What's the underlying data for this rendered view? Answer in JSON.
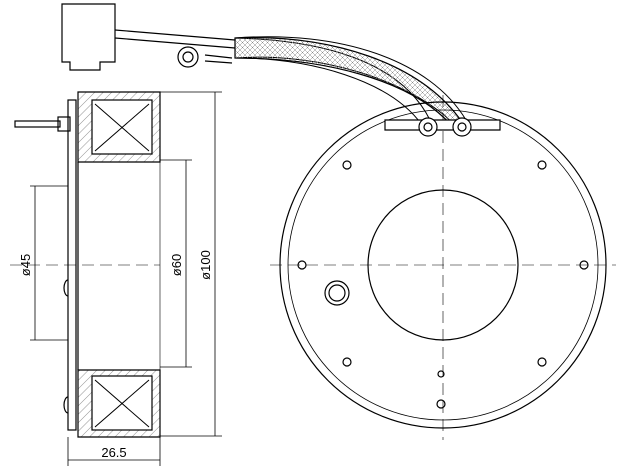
{
  "dimensions": {
    "inner_diameter_small": "ø45",
    "inner_diameter": "ø60",
    "outer_diameter": "ø100",
    "width": "26.5"
  },
  "colors": {
    "line": "#000000",
    "insulation": "#f2f2f2"
  }
}
